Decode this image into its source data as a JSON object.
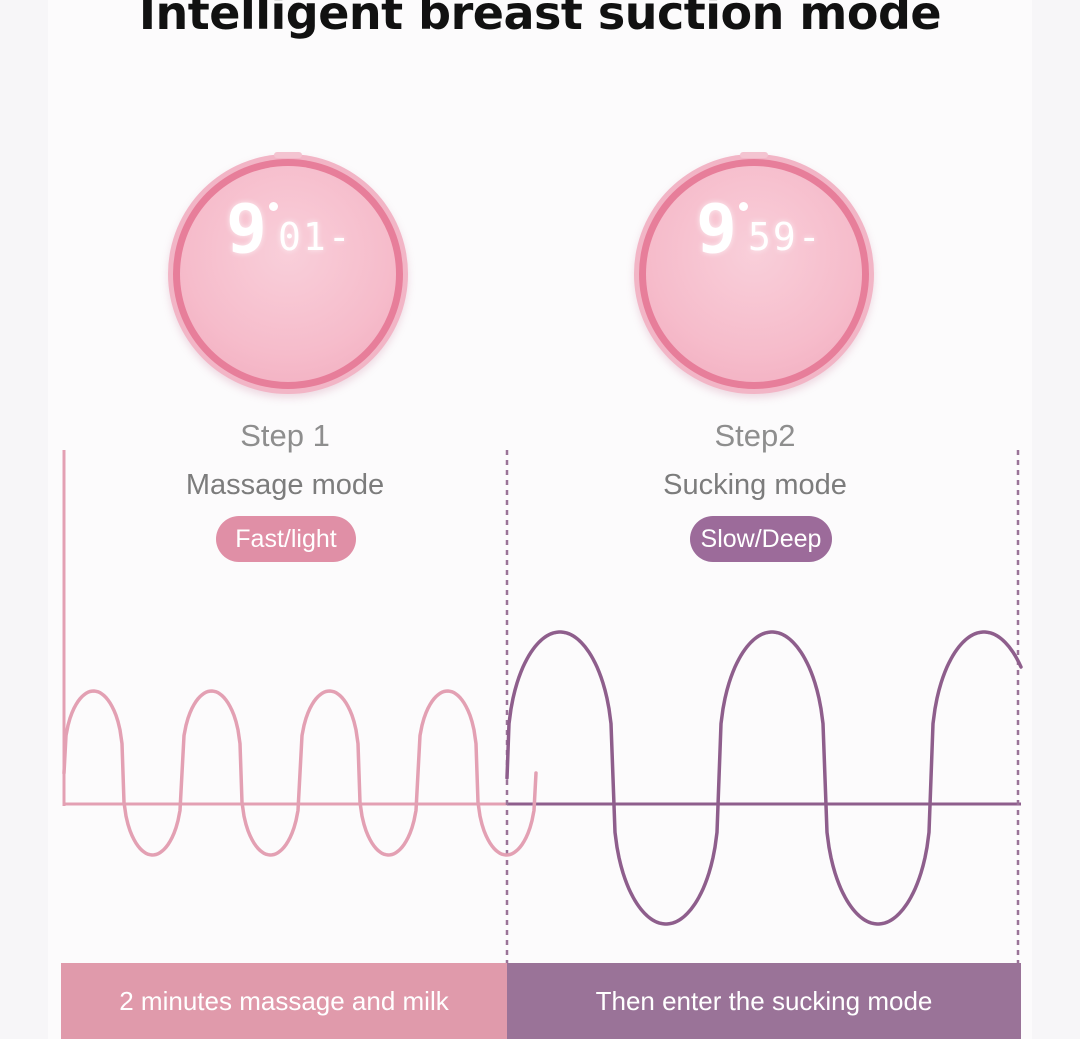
{
  "title": "Intelligent breast suction mode",
  "colors": {
    "massage": "#e3a0b3",
    "sucking": "#8e5e8c",
    "pill_light": "#e08fa6",
    "pill_deep": "#9c6b9a",
    "band_left": "#e09aab",
    "band_right": "#9a7398"
  },
  "step1": {
    "display_main": "9",
    "display_sub": "01-",
    "step_label": "Step 1",
    "mode_label": "Massage mode",
    "badge": "Fast/light",
    "band": "2 minutes massage and milk"
  },
  "step2": {
    "display_main": "9",
    "display_sub": "59-",
    "step_label": "Step2",
    "mode_label": "Sucking mode",
    "badge": "Slow/Deep",
    "band": "Then enter the sucking mode"
  }
}
